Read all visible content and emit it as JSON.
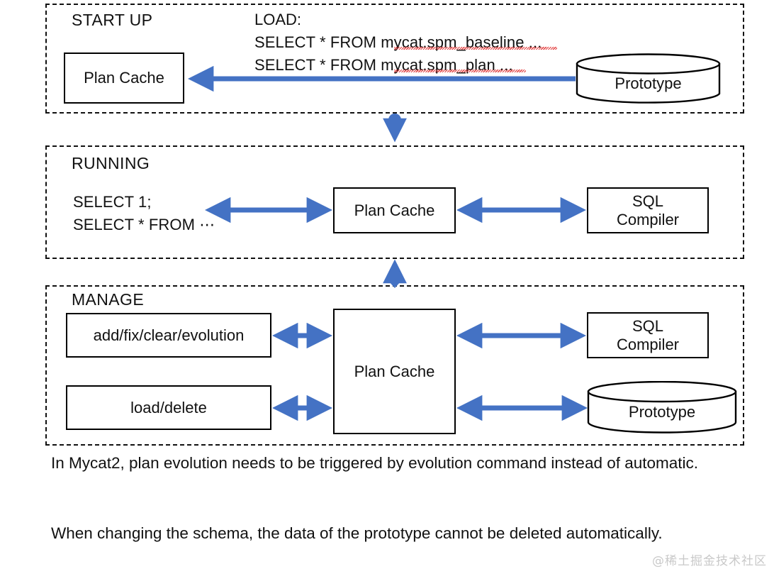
{
  "diagram": {
    "title": "Mycat2 SPM plan cache lifecycle",
    "accent_color": "#4472C4",
    "outline_color": "#000000",
    "panel_border_color": "#111111",
    "spellcheck_underline_color": "#E03131",
    "panels": [
      {
        "id": "startup",
        "label": "START UP",
        "nodes": [
          {
            "id": "startup-plan-cache",
            "label": "Plan Cache",
            "shape": "rect"
          },
          {
            "id": "startup-prototype",
            "label": "Prototype",
            "shape": "cylinder"
          }
        ],
        "notes": {
          "heading": "LOAD:",
          "lines": [
            "SELECT * FROM mycat.spm_baseline ...",
            "SELECT * FROM mycat.spm_plan ..."
          ]
        },
        "edges": [
          {
            "from": "startup-prototype",
            "to": "startup-plan-cache",
            "direction": "left"
          }
        ]
      },
      {
        "id": "running",
        "label": "RUNNING",
        "nodes": [
          {
            "id": "running-plan-cache",
            "label": "Plan Cache",
            "shape": "rect"
          },
          {
            "id": "running-sql-compiler",
            "label": "SQL\nCompiler",
            "shape": "rect"
          }
        ],
        "notes": {
          "heading": "",
          "lines": [
            "SELECT 1;",
            "SELECT * FROM ⋯"
          ]
        },
        "edges": [
          {
            "from": "running-queries",
            "to": "running-plan-cache",
            "direction": "both"
          },
          {
            "from": "running-plan-cache",
            "to": "running-sql-compiler",
            "direction": "both"
          }
        ]
      },
      {
        "id": "manage",
        "label": "MANAGE",
        "nodes": [
          {
            "id": "manage-commands",
            "label": "add/fix/clear/evolution",
            "shape": "rect"
          },
          {
            "id": "manage-load-delete",
            "label": "load/delete",
            "shape": "rect"
          },
          {
            "id": "manage-plan-cache",
            "label": "Plan Cache",
            "shape": "rect"
          },
          {
            "id": "manage-sql-compiler",
            "label": "SQL\nCompiler",
            "shape": "rect"
          },
          {
            "id": "manage-prototype",
            "label": "Prototype",
            "shape": "cylinder"
          }
        ],
        "edges": [
          {
            "from": "manage-commands",
            "to": "manage-plan-cache",
            "direction": "both"
          },
          {
            "from": "manage-load-delete",
            "to": "manage-plan-cache",
            "direction": "both"
          },
          {
            "from": "manage-plan-cache",
            "to": "manage-sql-compiler",
            "direction": "both"
          },
          {
            "from": "manage-plan-cache",
            "to": "manage-prototype",
            "direction": "both"
          }
        ]
      }
    ],
    "connectors": [
      {
        "id": "startup-to-running",
        "from": "startup",
        "to": "running",
        "direction": "down",
        "tail": "circle"
      },
      {
        "id": "running-to-manage",
        "from": "running",
        "to": "manage",
        "direction": "up",
        "tail": "diamond"
      }
    ]
  },
  "labels": {
    "startup_title": "START UP",
    "running_title": "RUNNING",
    "manage_title": "MANAGE",
    "load_heading": "LOAD:",
    "load_line_1": "SELECT * FROM mycat.spm_baseline ...",
    "load_line_2": "SELECT * FROM mycat.spm_plan ...",
    "running_query_1": "SELECT 1;",
    "running_query_2": "SELECT * FROM ⋯",
    "plan_cache": "Plan Cache",
    "prototype": "Prototype",
    "sql_compiler_line1": "SQL",
    "sql_compiler_line2": "Compiler",
    "manage_commands": "add/fix/clear/evolution",
    "manage_load_delete": "load/delete"
  },
  "notes": {
    "note_1": "In Mycat2, plan evolution needs to be triggered by evolution command instead of automatic.",
    "note_2": "When changing the schema, the data of the prototype cannot be deleted automatically."
  },
  "watermark": {
    "text": "@稀土掘金技术社区"
  }
}
